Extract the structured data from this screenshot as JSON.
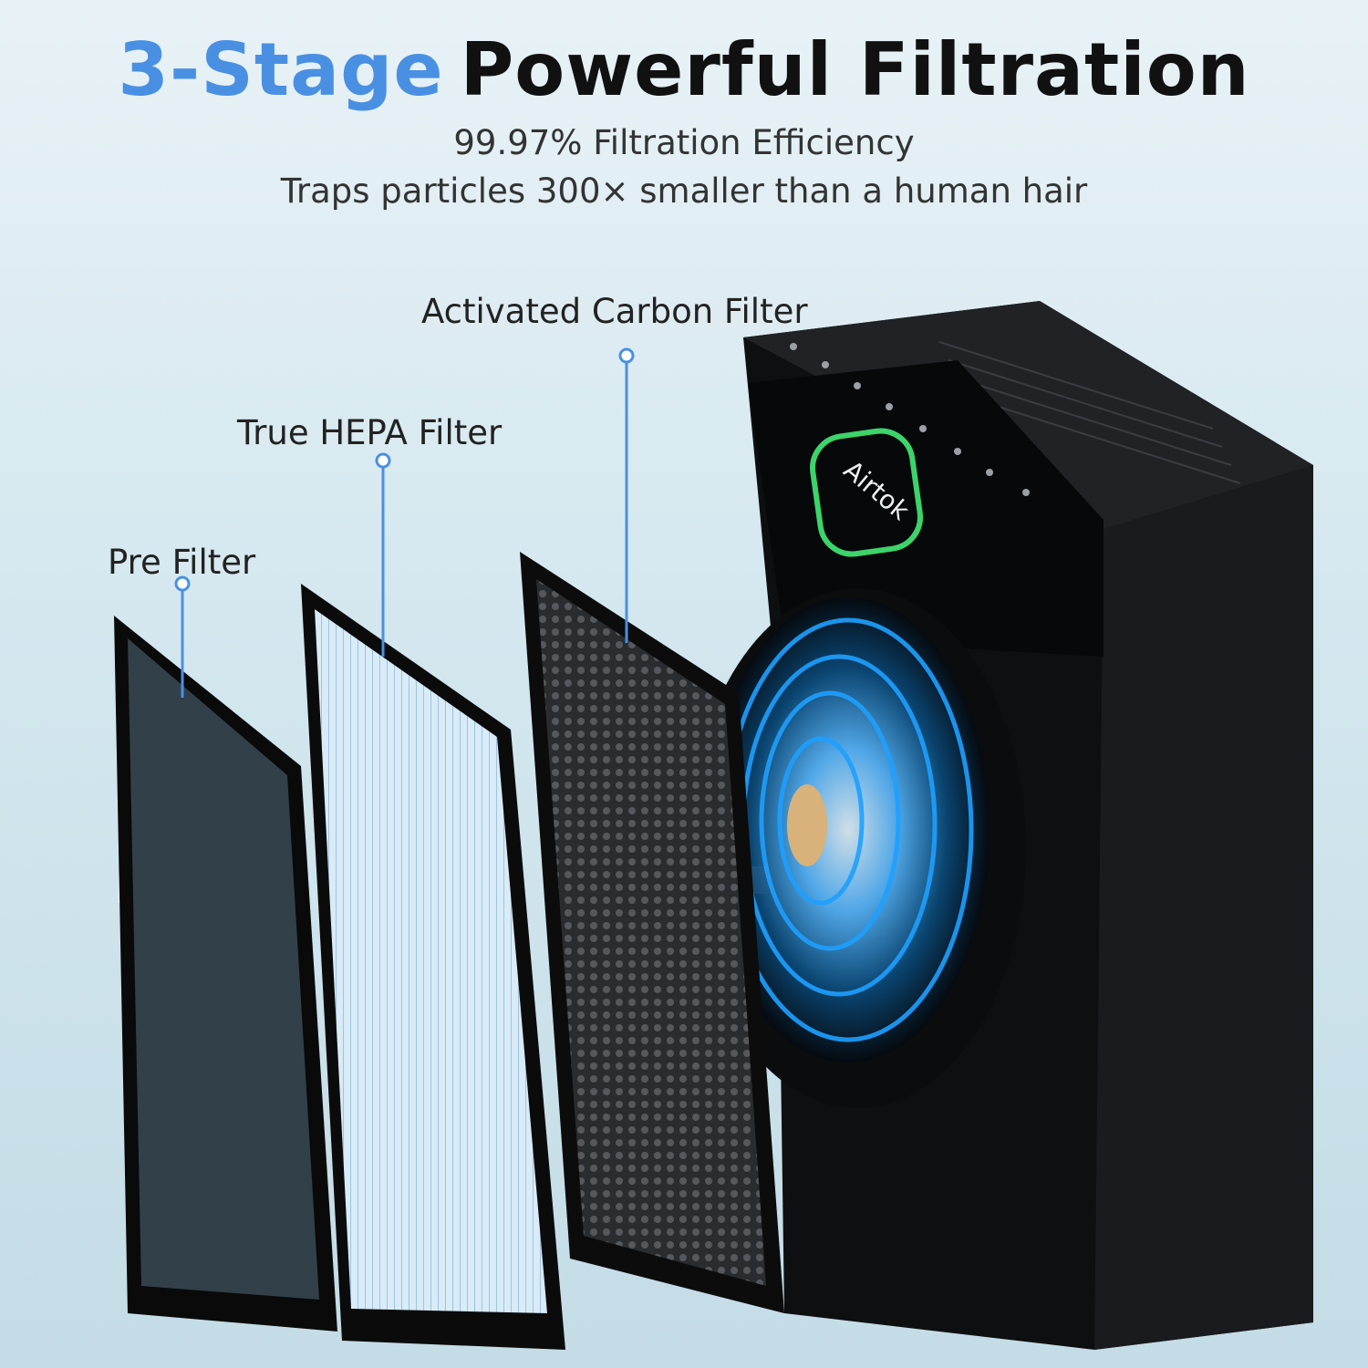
{
  "header": {
    "title_accent": "3-Stage",
    "title_rest": "Powerful Filtration",
    "subtitle_line1": "99.97% Filtration Efficiency",
    "subtitle_line2": "Traps particles 300× smaller than a human hair"
  },
  "labels": {
    "pre_filter": "Pre Filter",
    "hepa_filter": "True HEPA Filter",
    "carbon_filter": "Activated Carbon Filter"
  },
  "product": {
    "brand": "Airtok"
  },
  "colors": {
    "accent": "#4a90e2",
    "callout_line": "#4a90e2",
    "glow": "#3cd46a",
    "fan_blue": "#1ea0ff"
  }
}
